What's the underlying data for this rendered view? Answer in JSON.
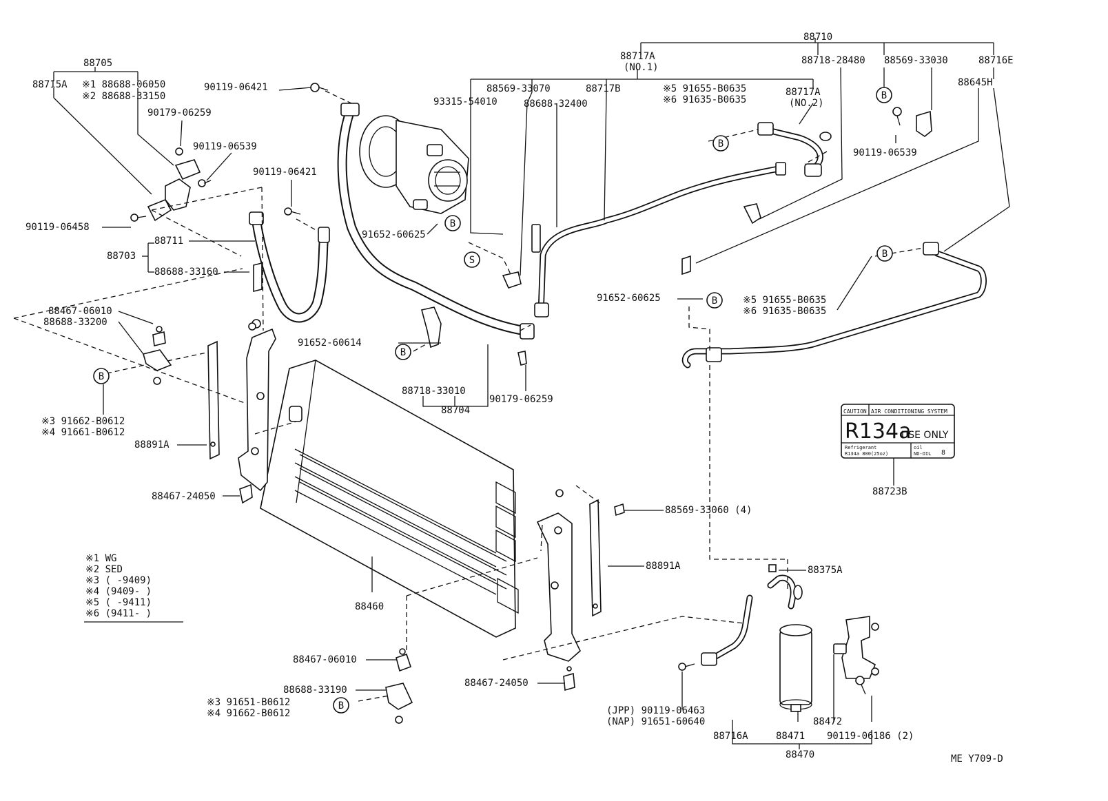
{
  "labels": {
    "l_88710": "88710",
    "l_88705": "88705",
    "l_88715A": "88715A",
    "l_m1": "※1  88688-06050",
    "l_m2": "※2  88688-33150",
    "l_90179a": "90179-06259",
    "l_90119_06539a": "90119-06539",
    "l_90119_06421a": "90119-06421",
    "l_90119_06421b": "90119-06421",
    "l_90119_06458": "90119-06458",
    "l_88711": "88711",
    "l_88703": "88703",
    "l_88688_33160": "88688-33160",
    "l_88467_06010a": "88467-06010",
    "l_88688_33200": "88688-33200",
    "l_m3a": "※3  91662-B0612",
    "l_m4a": "※4  91661-B0612",
    "l_88891Aa": "88891A",
    "l_88467_24050a": "88467-24050",
    "l_88717A1": "88717A",
    "l_no1": "(NO.1)",
    "l_88718_28480": "88718-28480",
    "l_88569_33030": "88569-33030",
    "l_88716E": "88716E",
    "l_88645H": "88645H",
    "l_88569_33070": "88569-33070",
    "l_88717B": "88717B",
    "l_m5a": "※5  91655-B0635",
    "l_m6a": "※6  91635-B0635",
    "l_88717A2": "88717A",
    "l_no2": "(NO.2)",
    "l_93315": "93315-54010",
    "l_88688_32400": "88688-32400",
    "l_90119_06539b": "90119-06539",
    "l_91652_60625a": "91652-60625",
    "l_91652_60625b": "91652-60625",
    "l_m5b": "※5  91655-B0635",
    "l_m6b": "※6  91635-B0635",
    "l_91652_60614": "91652-60614",
    "l_88718_33010": "88718-33010",
    "l_88704": "88704",
    "l_90179b": "90179-06259",
    "l_88723B": "88723B",
    "l_88569_33060": "88569-33060 (4)",
    "l_88891Ab": "88891A",
    "l_88375A": "88375A",
    "l_88460": "88460",
    "l_88467_06010b": "88467-06010",
    "l_88688_33190": "88688-33190",
    "l_m3b": "※3  91651-B0612",
    "l_m4b": "※4  91662-B0612",
    "l_88467_24050b": "88467-24050",
    "l_jpp": "(JPP)   90119-06463",
    "l_nap": "(NAP)   91651-60640",
    "l_88716A": "88716A",
    "l_88471": "88471",
    "l_88472": "88472",
    "l_90119_06186": "90119-06186 (2)",
    "l_88470": "88470",
    "l_code": "ME  Y709-D"
  },
  "circle_markers": {
    "b": "B",
    "s": "S"
  },
  "legend": [
    "※1  WG",
    "※2  SED",
    "※3  (      -9409)",
    "※4  (9409-      )",
    "※5  (      -9411)",
    "※6  (9411-      )"
  ],
  "caution_label": {
    "header_left": "CAUTION",
    "header_right": "AIR CONDITIONING SYSTEM",
    "main": "R134a",
    "main_suffix": "USE ONLY",
    "sub_left_1": "Refrigerant",
    "sub_left_2": "R134a 800(25oz)",
    "sub_right_1": "oil",
    "sub_right_2": "ND-OIL",
    "sub_right_3": "8"
  }
}
